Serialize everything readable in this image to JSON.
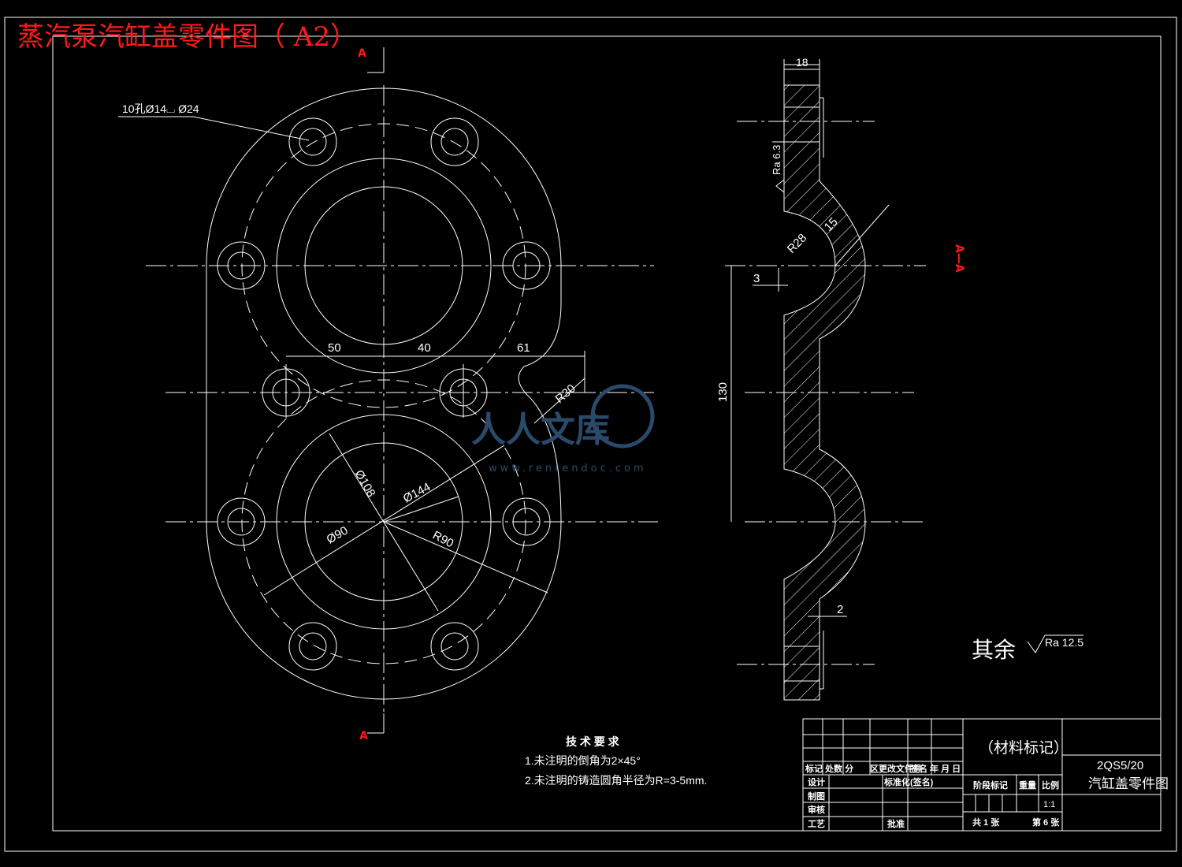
{
  "title": "蒸汽泵汽缸盖零件图（ A2）",
  "section_marks": {
    "top": "A",
    "bottom": "A",
    "side": "A—A"
  },
  "dims": {
    "holes": "10孔Ø14⌴ Ø24",
    "d50": "50",
    "d40": "40",
    "d61": "61",
    "r30": "R30",
    "d108": "Ø108",
    "d144": "Ø144",
    "d90": "Ø90",
    "r90": "R90",
    "d18": "18",
    "ra63": "Ra 6.3",
    "r28": "R28",
    "d15": "15",
    "d3": "3",
    "d130": "130",
    "d2": "2"
  },
  "roughness": {
    "label": "其余",
    "value": "Ra 12.5"
  },
  "tech_req": {
    "heading": "技 术 要 求",
    "line1": "1.未注明的倒角为2×45°",
    "line2": "2.未注明的铸造圆角半径为R=3-5mm."
  },
  "title_block": {
    "material": "（材料标记）",
    "code": "2QS5/20",
    "name": "汽缸盖零件图",
    "row_mark": "标记 处数 分",
    "row_change": "区更改文件号",
    "row_sign": "签名 年 月 日",
    "design": "设计",
    "standard": "标准化(签名)",
    "stage": "阶段标记",
    "weight": "重量",
    "scale_label": "比例",
    "drawing": "制图",
    "scale": "1:1",
    "review": "审核",
    "process": "工艺",
    "approve": "批准",
    "sheets": "共 1 张",
    "sheet_no": "第 6 张"
  },
  "watermark": {
    "main": "人人文库",
    "url": "www.renrendoc.com"
  }
}
